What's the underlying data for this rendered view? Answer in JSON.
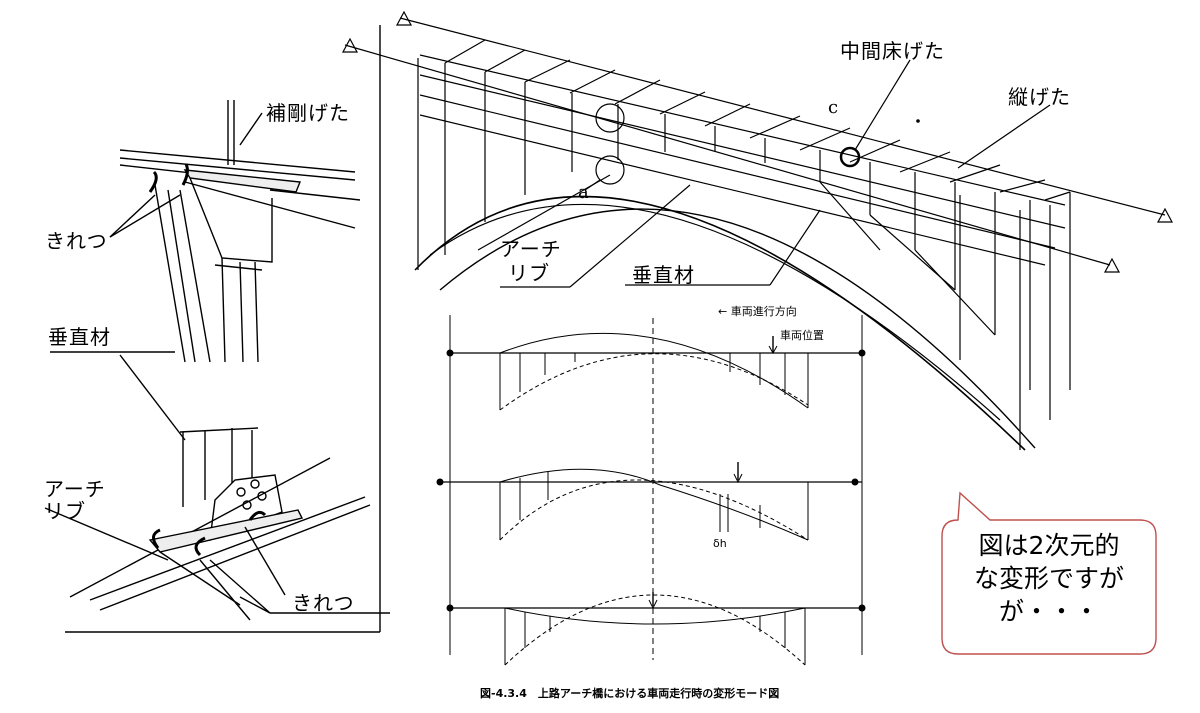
{
  "left_figure": {
    "label_stiffening_girder": "補剛げた",
    "label_crack_upper": "きれつ",
    "label_vertical_member": "垂直材",
    "label_arch_rib_line1": "アーチ",
    "label_arch_rib_line2": "リブ",
    "label_crack_lower": "きれつ"
  },
  "bridge_figure": {
    "label_intermediate_floor_girder": "中間床げた",
    "label_stringer": "縦げた",
    "label_point_c": "c",
    "label_point_a": "a",
    "label_arch_rib_line1": "アーチ",
    "label_arch_rib_line2": "リブ",
    "label_vertical_member": "垂直材"
  },
  "mode_figure": {
    "label_travel_direction": "← 車両進行方向",
    "label_vehicle_position": "車両位置",
    "label_delta": "δh",
    "caption": "図-4.3.4　上路アーチ橋における車両走行時の変形モード図"
  },
  "callout": {
    "line1": "図は2次元的",
    "line2": "な変形ですが",
    "line3": "が・・・",
    "border_color": "#c0504d"
  }
}
